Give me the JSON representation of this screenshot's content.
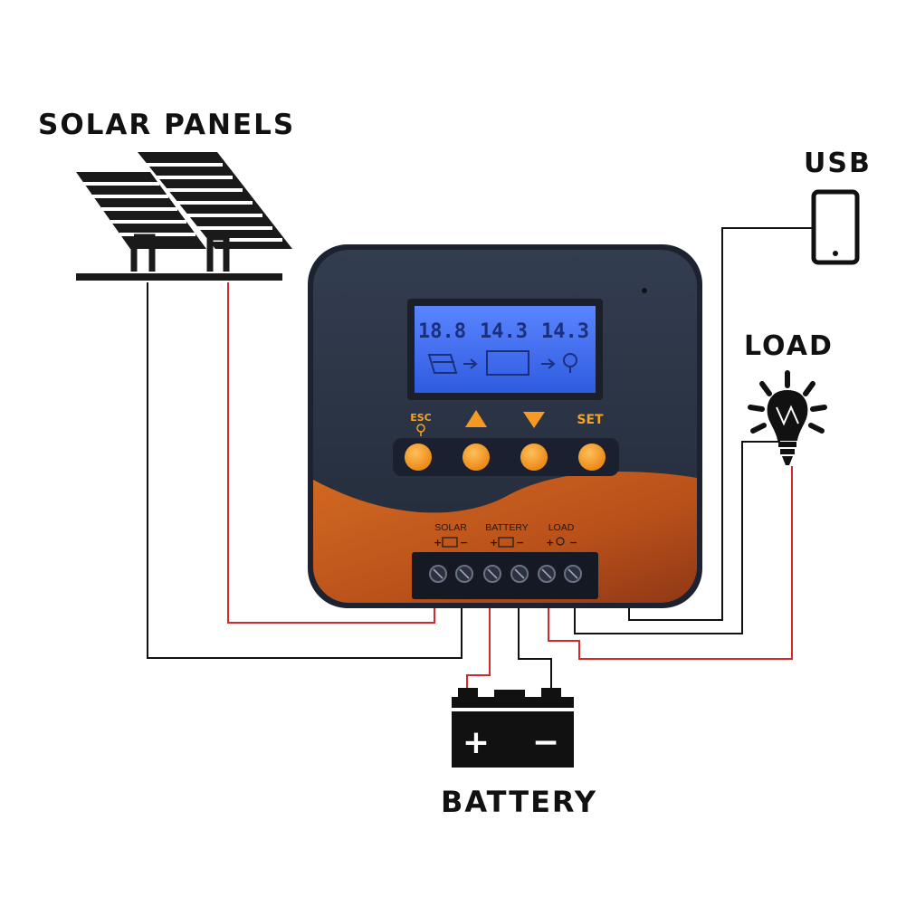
{
  "labels": {
    "solar_panels": "SOLAR PANELS",
    "usb": "USB",
    "load": "LOAD",
    "battery": "BATTERY"
  },
  "controller": {
    "display": {
      "reading_1": "18.8",
      "reading_2": "14.3",
      "reading_3": "14.3"
    },
    "buttons": {
      "esc": "ESC",
      "set": "SET"
    },
    "terminals": {
      "solar": "SOLAR",
      "battery": "BATTERY",
      "load": "LOAD"
    },
    "battery_signs": {
      "plus": "+",
      "minus": "−"
    }
  },
  "colors": {
    "controller_body": "#2b3445",
    "controller_accent": "#c8601e",
    "screen": "#3f6ff0",
    "button": "#f59a22",
    "wire_positive": "#d12a2a",
    "wire_negative": "#111111"
  }
}
